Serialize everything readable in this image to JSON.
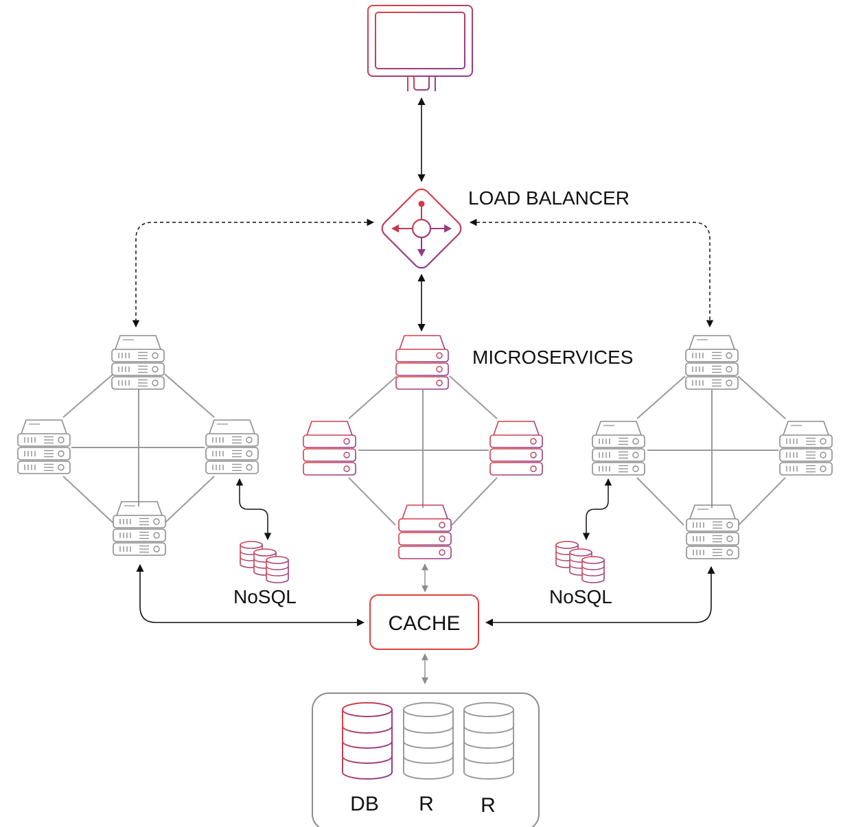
{
  "labels": {
    "load_balancer": "LOAD BALANCER",
    "microservices": "MICROSERVICES",
    "nosql_left": "NoSQL",
    "nosql_right": "NoSQL",
    "cache": "CACHE",
    "db": "DB",
    "replica_1": "R",
    "replica_2": "R"
  },
  "colors": {
    "accent_red": "#e0403f",
    "accent_purple": "#8a3a8c",
    "inactive_gray": "#8c8c8c",
    "arrow_black": "#111111"
  },
  "icons": {
    "client": "monitor-icon",
    "load_balancer": "load-balancer-icon",
    "server": "server-rack-icon",
    "nosql": "database-stack-icon",
    "database": "database-cylinder-icon"
  }
}
